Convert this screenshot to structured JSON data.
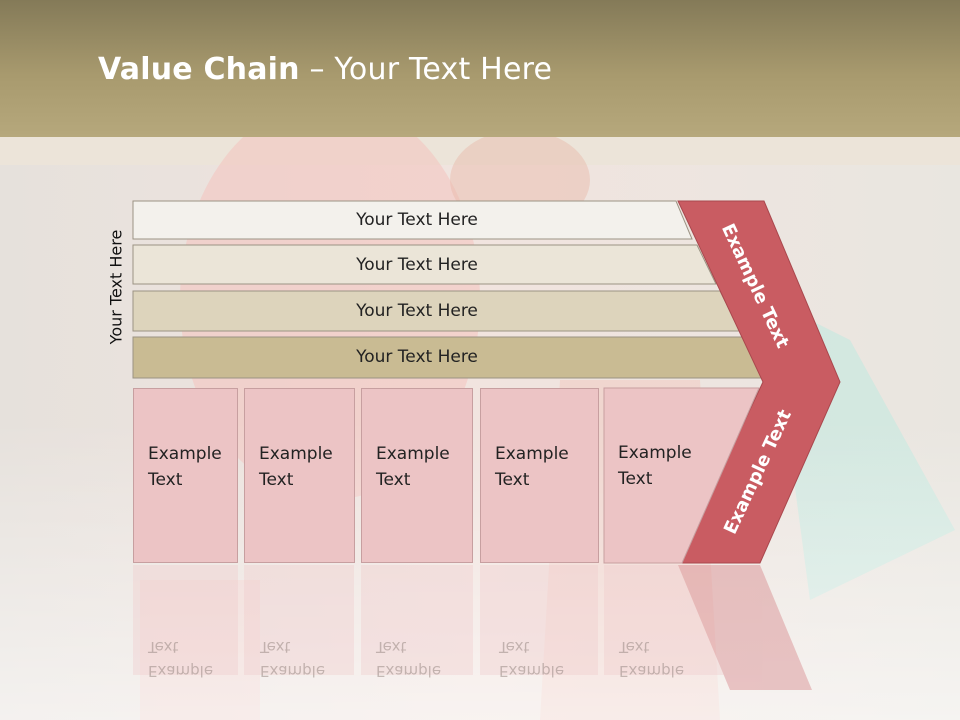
{
  "slide": {
    "title_bold": "Value Chain",
    "title_rest": " – Your Text Here",
    "side_label": "Your Text Here"
  },
  "bands": [
    {
      "label": "Your Text Here",
      "color": "#f3f1ec"
    },
    {
      "label": "Your Text Here",
      "color": "#ebe5d8"
    },
    {
      "label": "Your Text Here",
      "color": "#ddd4bc"
    },
    {
      "label": "Your Text Here",
      "color": "#c9bb93"
    }
  ],
  "cells": [
    {
      "line1": "Example",
      "line2": "Text"
    },
    {
      "line1": "Example",
      "line2": "Text"
    },
    {
      "line1": "Example",
      "line2": "Text"
    },
    {
      "line1": "Example",
      "line2": "Text"
    },
    {
      "line1": "Example",
      "line2": "Text"
    }
  ],
  "chevron": {
    "upper_label": "Example Text",
    "lower_label": "Example Text",
    "color": "#c95c62"
  }
}
